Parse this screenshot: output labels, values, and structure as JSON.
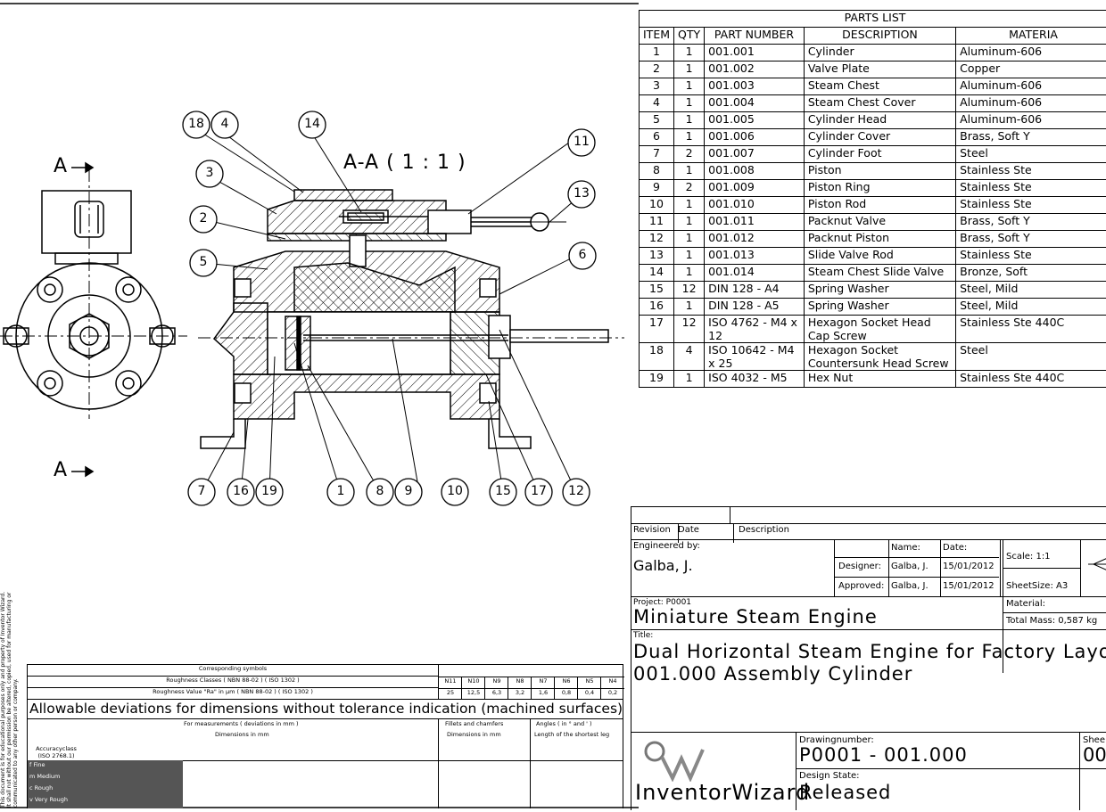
{
  "section_label": "A-A ( 1 : 1 )",
  "cut_mark": "A",
  "balloons": [
    "18",
    "4",
    "14",
    "11",
    "3",
    "13",
    "2",
    "5",
    "6",
    "7",
    "16",
    "19",
    "1",
    "8",
    "9",
    "10",
    "15",
    "17",
    "12"
  ],
  "parts_list": {
    "title": "PARTS LIST",
    "headers": [
      "ITEM",
      "QTY",
      "PART NUMBER",
      "DESCRIPTION",
      "MATERIA"
    ],
    "rows": [
      [
        "1",
        "1",
        "001.001",
        "Cylinder",
        "Aluminum-606"
      ],
      [
        "2",
        "1",
        "001.002",
        "Valve Plate",
        "Copper"
      ],
      [
        "3",
        "1",
        "001.003",
        "Steam Chest",
        "Aluminum-606"
      ],
      [
        "4",
        "1",
        "001.004",
        "Steam Chest Cover",
        "Aluminum-606"
      ],
      [
        "5",
        "1",
        "001.005",
        "Cylinder Head",
        "Aluminum-606"
      ],
      [
        "6",
        "1",
        "001.006",
        "Cylinder Cover",
        "Brass, Soft Y"
      ],
      [
        "7",
        "2",
        "001.007",
        "Cylinder Foot",
        "Steel"
      ],
      [
        "8",
        "1",
        "001.008",
        "Piston",
        "Stainless Ste"
      ],
      [
        "9",
        "2",
        "001.009",
        "Piston Ring",
        "Stainless Ste"
      ],
      [
        "10",
        "1",
        "001.010",
        "Piston Rod",
        "Stainless Ste"
      ],
      [
        "11",
        "1",
        "001.011",
        "Packnut Valve",
        "Brass, Soft Y"
      ],
      [
        "12",
        "1",
        "001.012",
        "Packnut Piston",
        "Brass, Soft Y"
      ],
      [
        "13",
        "1",
        "001.013",
        "Slide Valve Rod",
        "Stainless Ste"
      ],
      [
        "14",
        "1",
        "001.014",
        "Steam Chest Slide Valve",
        "Bronze, Soft"
      ],
      [
        "15",
        "12",
        "DIN 128 - A4",
        "Spring Washer",
        "Steel, Mild"
      ],
      [
        "16",
        "1",
        "DIN 128 - A5",
        "Spring Washer",
        "Steel, Mild"
      ],
      [
        "17",
        "12",
        "ISO 4762 - M4 x 12",
        "Hexagon Socket Head Cap Screw",
        "Stainless Ste 440C"
      ],
      [
        "18",
        "4",
        "ISO 10642 - M4 x 25",
        "Hexagon Socket Countersunk Head Screw",
        "Steel"
      ],
      [
        "19",
        "1",
        "ISO 4032 - M5",
        "Hex Nut",
        "Stainless Ste 440C"
      ]
    ]
  },
  "title_block": {
    "revision_label": "Revision",
    "date_label": "Date",
    "description_label": "Description",
    "engineered_by_label": "Engineered by:",
    "engineer": "Galba, J.",
    "name_label": "Name:",
    "date_col_label": "Date:",
    "designer_label": "Designer:",
    "designer_name": "Galba, J.",
    "designer_date": "15/01/2012",
    "approved_label": "Approved:",
    "approved_name": "Galba, J.",
    "approved_date": "15/01/2012",
    "scale": "Scale: 1:1",
    "sheet_size": "SheetSize: A3",
    "project_label": "Project: P0001",
    "project_name": "Miniature Steam Engine",
    "material_label": "Material:",
    "total_mass": "Total Mass: 0,587 kg",
    "title_label": "Title:",
    "title_line1": "Dual Horizontal Steam Engine for Factory Layout",
    "title_line2": "001.000 Assembly Cylinder",
    "drawing_number_label": "Drawingnumber:",
    "drawing_number": "P0001 - 001.000",
    "sheet_label": "Shee",
    "sheet_value": "00",
    "design_state_label": "Design State:",
    "design_state": "Released",
    "logo_text": "InventorWizard",
    "side_note_1": "This document is for educational purposes only and property of Inventor Wizard.",
    "side_note_2": "It shall not without our permission be altered, copied, used for manufacturing or",
    "side_note_3": "communicated to any other person or company."
  },
  "deviation_table": {
    "row1": "Corresponding symbols",
    "row2": "Roughness Classes ( NBN 88-02 ) ( ISO 1302 )",
    "row3": "Roughness Value \"Ra\" in µm ( NBN 88-02 ) ( ISO 1302 )",
    "classes": [
      "N11",
      "N10",
      "N9",
      "N8",
      "N7",
      "N6",
      "N5",
      "N4"
    ],
    "ra": [
      "25",
      "12,5",
      "6,3",
      "3,2",
      "1,6",
      "0,8",
      "0,4",
      "0,2"
    ],
    "heading": "Allowable deviations for dimensions without tolerance indication (machined surfaces)",
    "sub1": "For measurements ( deviations in mm )",
    "sub2": "Fillets and chamfers",
    "sub3": "Angles ( in ° and ' )",
    "sub1b": "Dimensions in mm",
    "sub2b": "Dimensions in mm",
    "sub3b": "Length of the shortest leg",
    "accuracy_label": "Accuracyclass (ISO 2768.1)",
    "grades": [
      "f Fine",
      "m Medium",
      "c Rough",
      "v Very Rough"
    ]
  }
}
